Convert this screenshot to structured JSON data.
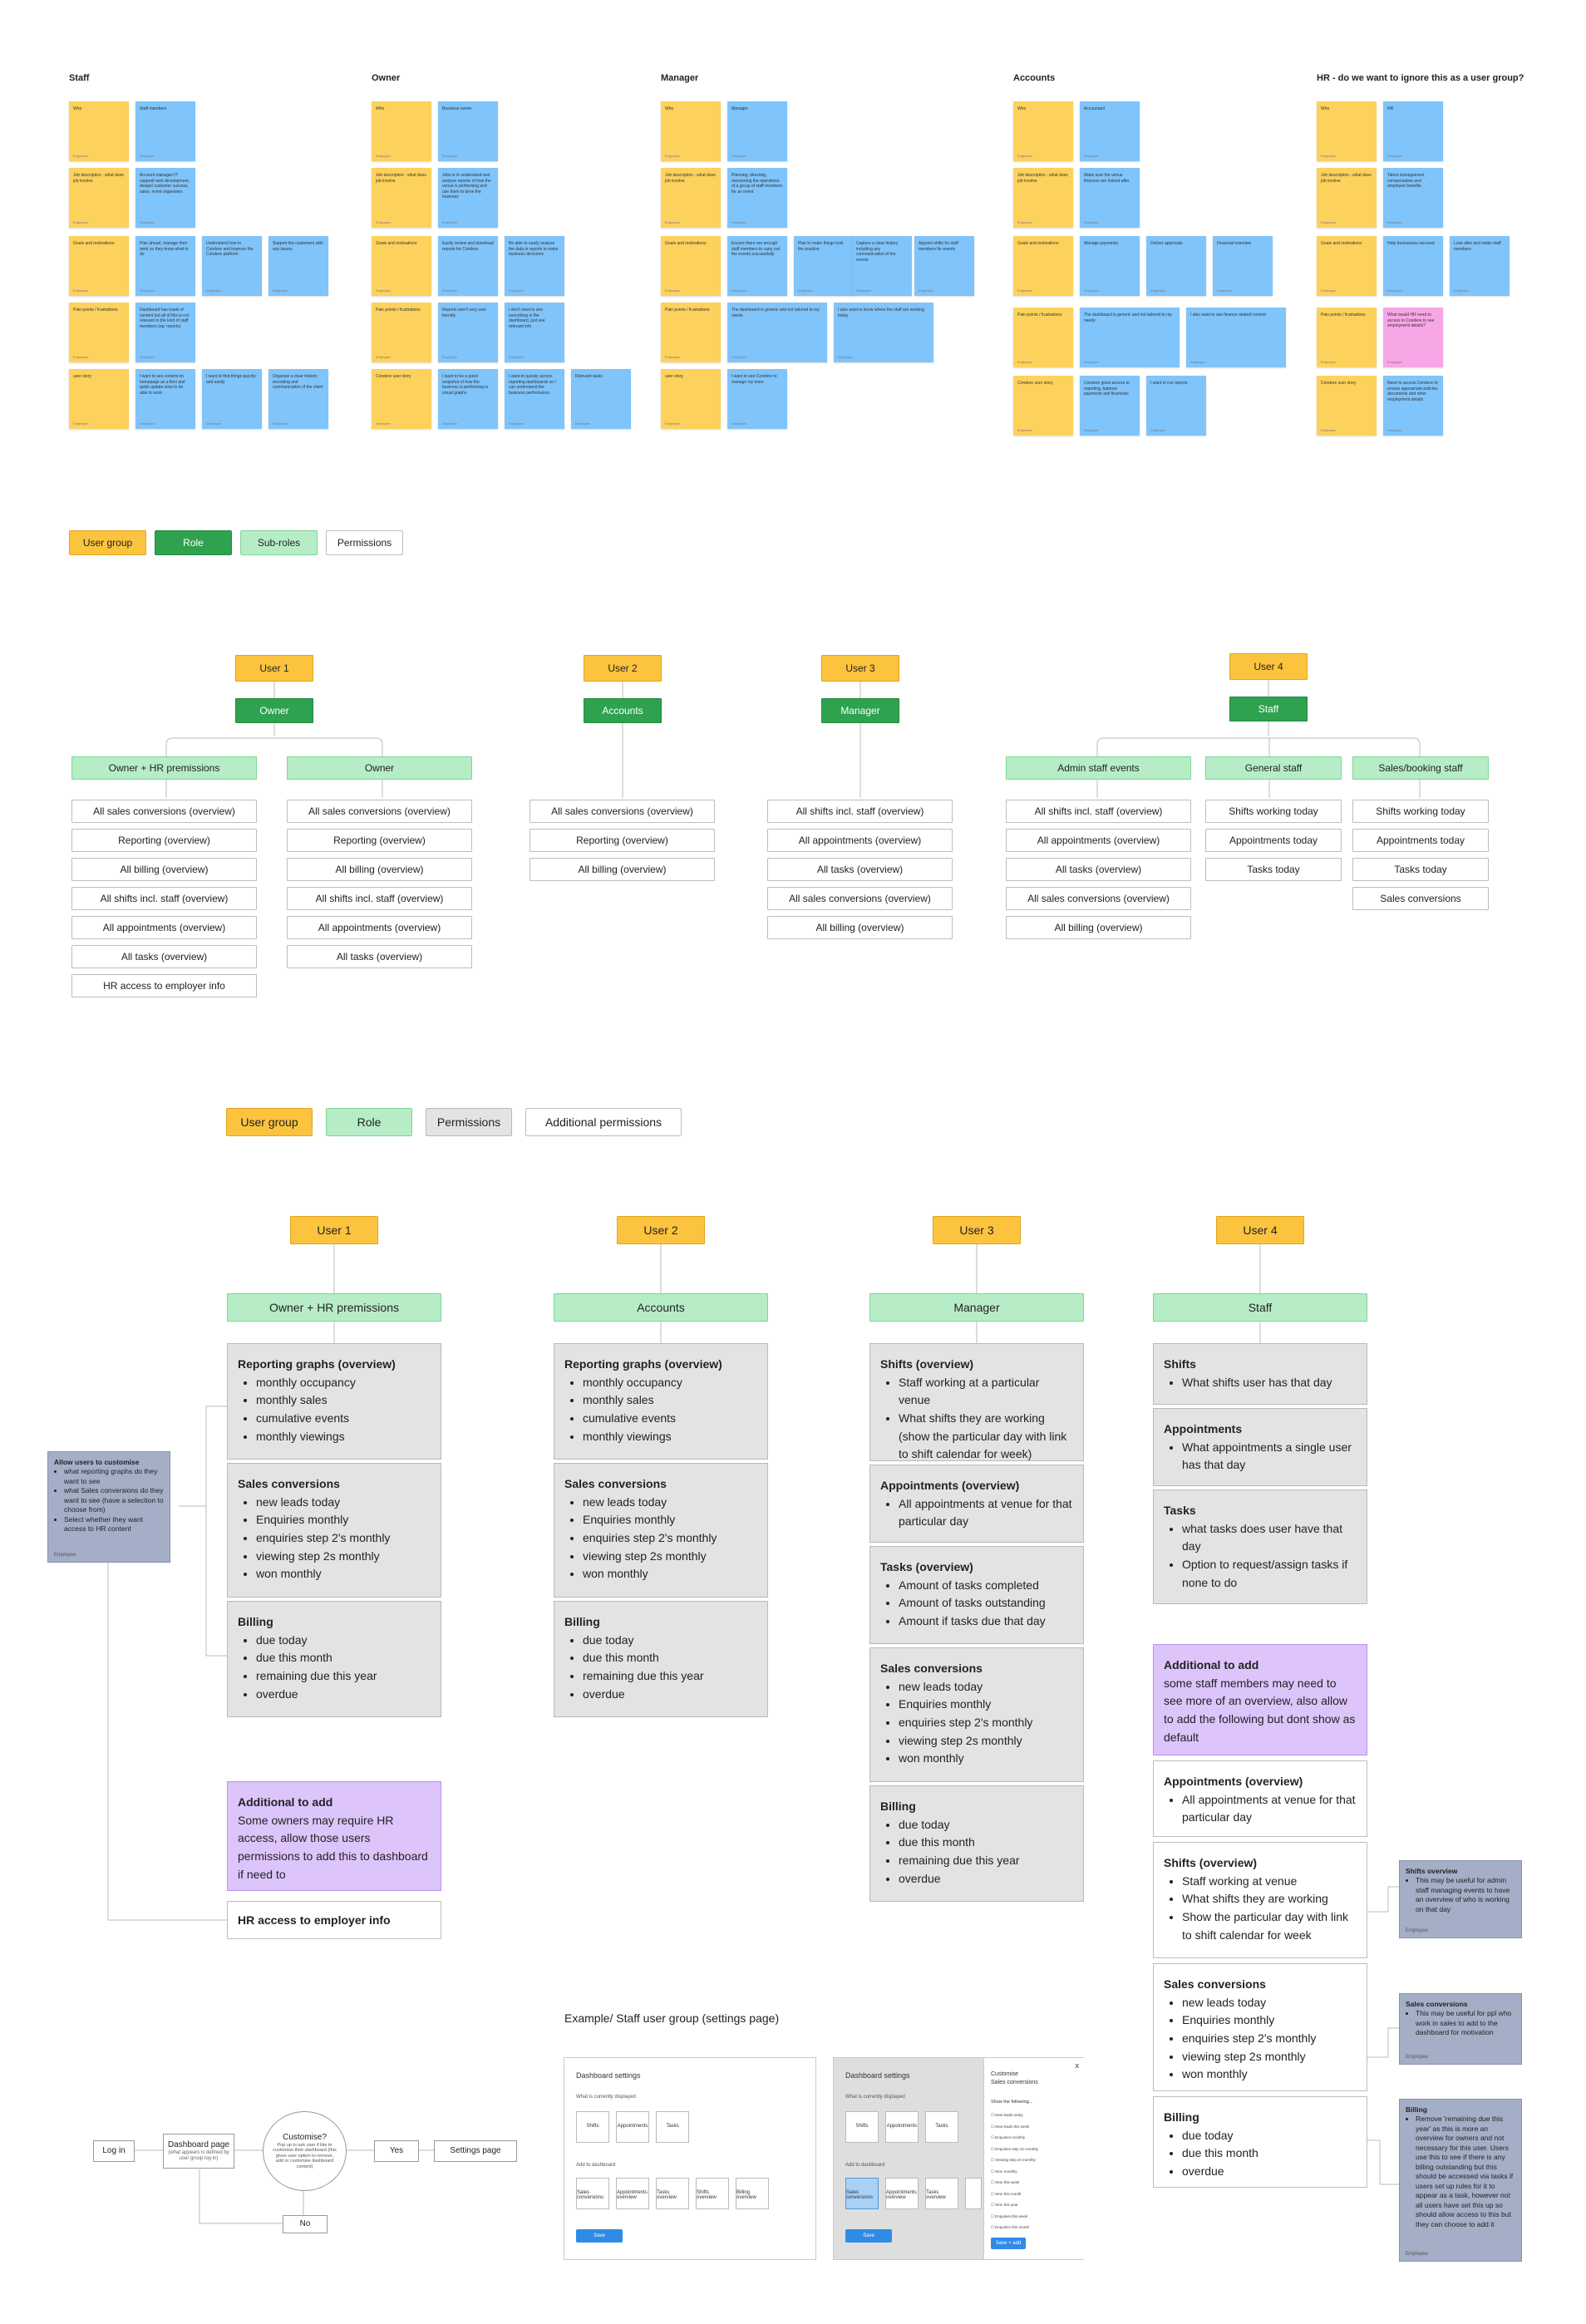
{
  "board_headers": [
    "Staff",
    "Owner",
    "Manager",
    "Accounts",
    "HR - do we want to ignore this as a user group?"
  ],
  "stickies": {
    "staff": {
      "who": "Who",
      "who_val": "Staff members",
      "job": "Job description - what does job involve",
      "job_val": "Account manager/ IT support/ web development, design/ customer success, sales, event organisers",
      "goals": "Goals and motivations",
      "g1": "Plan ahead, manage their work so they know what to do",
      "g2": "Understand how to Condere and improve the Condere platform",
      "g3": "Support the customers with any issues",
      "pain": "Pain points / frustrations",
      "pain_val": "Dashboard has loads of content but all of this is not relevant to the kind of staff members (eg: reports)",
      "us": "user story",
      "us1": "I want to see content on homepage as a flexi and quick update view to be able to work",
      "us2": "I want to find things quickly and easily",
      "us3": "Organise a clear historic recording and communication of the client"
    },
    "owner": {
      "who": "Who",
      "who_val": "Business owner",
      "job": "Job description - what does job involve",
      "job_val": "Jobs is to understand and analyse reports of how the venue is performing and use them to drive the business",
      "goals": "Goals and motivations",
      "g1": "Easily review and download reports for Condere",
      "g2": "Be able to easily analyse the data in reports to make business decisions",
      "pain": "Pain points / frustrations",
      "p1": "Reports aren't very user friendly",
      "p2": "I don't need to see everything in the dashboard, just see relevant info",
      "us": "Condere user story",
      "us1": "I want to be a quick snapshot of how the business is performing in visual graphs",
      "us2": "I want to quickly access reporting dashboards so I can understand the business performance",
      "us3": "Relevant tasks"
    },
    "manager": {
      "who": "Who",
      "who_val": "Manager",
      "job": "Job description - what does job involve",
      "job_val": "Planning, directing, overseeing the operations of a group of staff members for an event",
      "goals": "Goals and motivations",
      "g1": "Ensure there are enough staff members to carry out the events successfully",
      "g2": "Plan to make things look the position",
      "g3": "Capture a clear history including any communication of the events",
      "g4": "Appoint shifts for staff members for events",
      "pain": "Pain points / frustrations",
      "p1": "The dashboard is generic and not tailored to my needs",
      "p2": "I also want to know where the staff are working today",
      "us": "user story",
      "us1": "I want to see Condere to manage my team"
    },
    "accounts": {
      "who": "Who",
      "who_val": "Accountant",
      "job": "Job description - what does job involve",
      "job_val": "Make sure the venue finances are looked after",
      "goals": "Goals and motivations",
      "g1": "Manage payments",
      "g2": "Deliver approvals",
      "g3": "Financial overview",
      "pain": "Pain points / frustrations",
      "p1": "The dashboard is generic and not tailored to my needs",
      "p2": "I also want to see finance related content",
      "us": "Condere user story",
      "us1": "Condere gives access to reporting, balance payments and financials",
      "us2": "I want to run reports"
    },
    "hr": {
      "who": "Who",
      "who_val": "HR",
      "job": "Job description - what does job involve",
      "job_val": "Talent management, compensation and employee benefits",
      "goals": "Goals and motivations",
      "g1": "Help businesses succeed",
      "g2": "Look after and retain staff members",
      "pain": "Pain points / frustrations",
      "p1": "What would HR need to access in Condere to see employment details?",
      "us": "Condere user story",
      "us1": "Need to access Condere to ensure appropriate policies, documents and other employment details"
    },
    "footer": "Employee"
  },
  "legend1": {
    "user_group": "User group",
    "role": "Role",
    "sub_roles": "Sub-roles",
    "permissions": "Permissions"
  },
  "tree1": {
    "users": [
      "User 1",
      "User 2",
      "User 3",
      "User 4"
    ],
    "roles": [
      "Owner",
      "Accounts",
      "Manager",
      "Staff"
    ],
    "subroles": [
      "Owner + HR premissions",
      "Owner",
      "Admin staff events",
      "General staff",
      "Sales/booking staff"
    ],
    "u1a": [
      "All sales conversions (overview)",
      "Reporting (overview)",
      "All billing (overview)",
      "All shifts incl. staff (overview)",
      "All appointments (overview)",
      "All tasks (overview)",
      "HR access to employer info"
    ],
    "u1b": [
      "All sales conversions (overview)",
      "Reporting (overview)",
      "All billing (overview)",
      "All shifts incl. staff (overview)",
      "All appointments (overview)",
      "All tasks (overview)"
    ],
    "u2": [
      "All sales conversions (overview)",
      "Reporting (overview)",
      "All billing (overview)"
    ],
    "u3": [
      "All shifts incl. staff (overview)",
      "All appointments (overview)",
      "All tasks (overview)",
      "All sales conversions (overview)",
      "All billing (overview)"
    ],
    "u4a": [
      "All shifts incl. staff (overview)",
      "All appointments (overview)",
      "All tasks (overview)",
      "All sales conversions (overview)",
      "All billing (overview)"
    ],
    "u4b": [
      "Shifts working today",
      "Appointments today",
      "Tasks today"
    ],
    "u4c": [
      "Shifts working today",
      "Appointments today",
      "Tasks today",
      "Sales conversions"
    ]
  },
  "legend2": {
    "user_group": "User group",
    "role": "Role",
    "permissions": "Permissions",
    "additional": "Additional permissions"
  },
  "tree2": {
    "users": [
      "User 1",
      "User 2",
      "User 3",
      "User 4"
    ],
    "roles": [
      "Owner + HR premissions",
      "Accounts",
      "Manager",
      "Staff"
    ],
    "reporting": {
      "title": "Reporting graphs (overview)",
      "items": [
        "monthly occupancy",
        "monthly sales",
        "cumulative events",
        "monthly viewings"
      ]
    },
    "sales": {
      "title": "Sales conversions",
      "items": [
        "new leads today",
        "Enquiries monthly",
        "enquiries step 2's monthly",
        "viewing step 2s monthly",
        "won monthly"
      ]
    },
    "billing": {
      "title": "Billing",
      "items": [
        "due today",
        "due this month",
        "remaining due this year",
        "overdue"
      ]
    },
    "owner_add": {
      "title": "Additional to add",
      "text": "Some owners may require HR access, allow those users permissions to add this to dashboard if need to"
    },
    "hr_box": "HR access to employer info",
    "customise_note": {
      "title": "Allow users to customise",
      "items": [
        "what reporting graphs do they want to see",
        "what Sales conversions do they want to see (have a selection to choose from)",
        "Select whether they want access to HR content"
      ],
      "foot": "Employee"
    },
    "manager_shifts": {
      "title": "Shifts (overview)",
      "items": [
        "Staff working at a particular venue",
        "What shifts they are working (show the particular day with link to shift calendar for week)"
      ]
    },
    "manager_appts": {
      "title": "Appointments (overview)",
      "items": [
        "All appointments at venue for that particular day"
      ]
    },
    "manager_tasks": {
      "title": "Tasks (overview)",
      "items": [
        "Amount of tasks completed",
        "Amount of tasks outstanding",
        "Amount if tasks due that day"
      ]
    },
    "manager_sales": {
      "title": "Sales conversions",
      "items": [
        "new leads today",
        "Enquiries monthly",
        "enquiries step 2's monthly",
        "viewing step 2s monthly",
        "won monthly"
      ]
    },
    "manager_billing": {
      "title": "Billing",
      "items": [
        "due today",
        "due this month",
        "remaining due this year",
        "overdue"
      ]
    },
    "staff_shifts": {
      "title": "Shifts",
      "items": [
        "What shifts user has that day"
      ]
    },
    "staff_appts": {
      "title": "Appointments",
      "items": [
        "What appointments a single user has that day"
      ]
    },
    "staff_tasks": {
      "title": "Tasks",
      "items": [
        "what tasks does user have that day",
        "Option to request/assign tasks if none to do"
      ]
    },
    "staff_add": {
      "title": "Additional to add",
      "text": "some staff members may need to see more of an overview, also allow to add the following but dont show as default"
    },
    "staff_appts2": {
      "title": "Appointments (overview)",
      "items": [
        "All appointments at venue for that particular day"
      ]
    },
    "staff_shifts2": {
      "title": "Shifts (overview)",
      "items": [
        "Staff working at venue",
        "What shifts they are working",
        "Show the particular day with link to shift calendar for week"
      ]
    },
    "staff_sales2": {
      "title": "Sales conversions",
      "items": [
        "new leads today",
        "Enquiries monthly",
        "enquiries step 2's monthly",
        "viewing step 2s monthly",
        "won monthly"
      ]
    },
    "staff_billing2": {
      "title": "Billing",
      "items": [
        "due today",
        "due this month",
        "overdue"
      ]
    },
    "side_shifts": {
      "title": "Shifts overview",
      "items": [
        "This may be useful for admin staff managing events to have an overview of who is working on that day"
      ],
      "foot": "Employee"
    },
    "side_sales": {
      "title": "Sales conversions",
      "items": [
        "This may be useful for ppl who work in sales to add to the dashboard for motivation"
      ],
      "foot": "Employee"
    },
    "side_billing": {
      "title": "Billing",
      "items": [
        "Remove 'remaining due this year' as this is more an overview for owners and not necessary for this user. Users use this to see if there is any billing outstanding but this should be accessed via tasks if users set up rules for it to appear as a task, however not all users have set this up so should allow access to this but they can choose to add it"
      ],
      "foot": "Employee"
    }
  },
  "flow": {
    "login": "Log in",
    "dashboard": "Dashboard page",
    "dashboard_sub": "(what appears is defined by user group log in)",
    "customise": "Customise?",
    "customise_sub": "Pop up to ask user if like to customise their dashboard (this gives user option to remove, add or customise dashboard content)",
    "yes": "Yes",
    "no": "No",
    "settings": "Settings page"
  },
  "example": {
    "title": "Example/ Staff user group (settings page)",
    "s1_title": "Dashboard settings",
    "displayed": "What is currently displayed",
    "add": "Add to dashboard",
    "current": [
      "Shifts",
      "Appointments",
      "Tasks"
    ],
    "options": [
      "Sales conversions",
      "Appointments overview",
      "Tasks overview",
      "Shifts overview",
      "Billing overview"
    ],
    "save": "Save",
    "panel_title": "Customise",
    "panel_sub": "Sales conversions",
    "panel_label": "Show the following...",
    "panel_items": [
      "New leads today",
      "New leads this week",
      "Enquiries monthly",
      "Enquiries step 2s monthly",
      "Viewing step 2s monthly",
      "Won monthly",
      "Won this week",
      "Won this month",
      "Won this year",
      "Enquiries this week",
      "Enquiries this month"
    ],
    "add_btn": "Save + add",
    "close": "x"
  }
}
